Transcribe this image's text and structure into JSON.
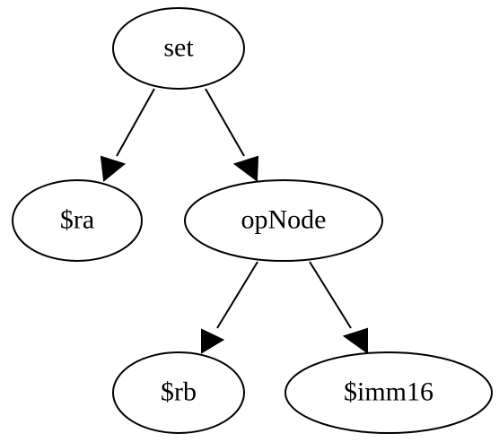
{
  "diagram": {
    "nodes": {
      "set": {
        "label": "set"
      },
      "ra": {
        "label": "$ra"
      },
      "opnode": {
        "label": "opNode"
      },
      "rb": {
        "label": "$rb"
      },
      "imm16": {
        "label": "$imm16"
      }
    },
    "edges": [
      {
        "from": "set",
        "to": "ra"
      },
      {
        "from": "set",
        "to": "opnode"
      },
      {
        "from": "opnode",
        "to": "rb"
      },
      {
        "from": "opnode",
        "to": "imm16"
      }
    ]
  }
}
